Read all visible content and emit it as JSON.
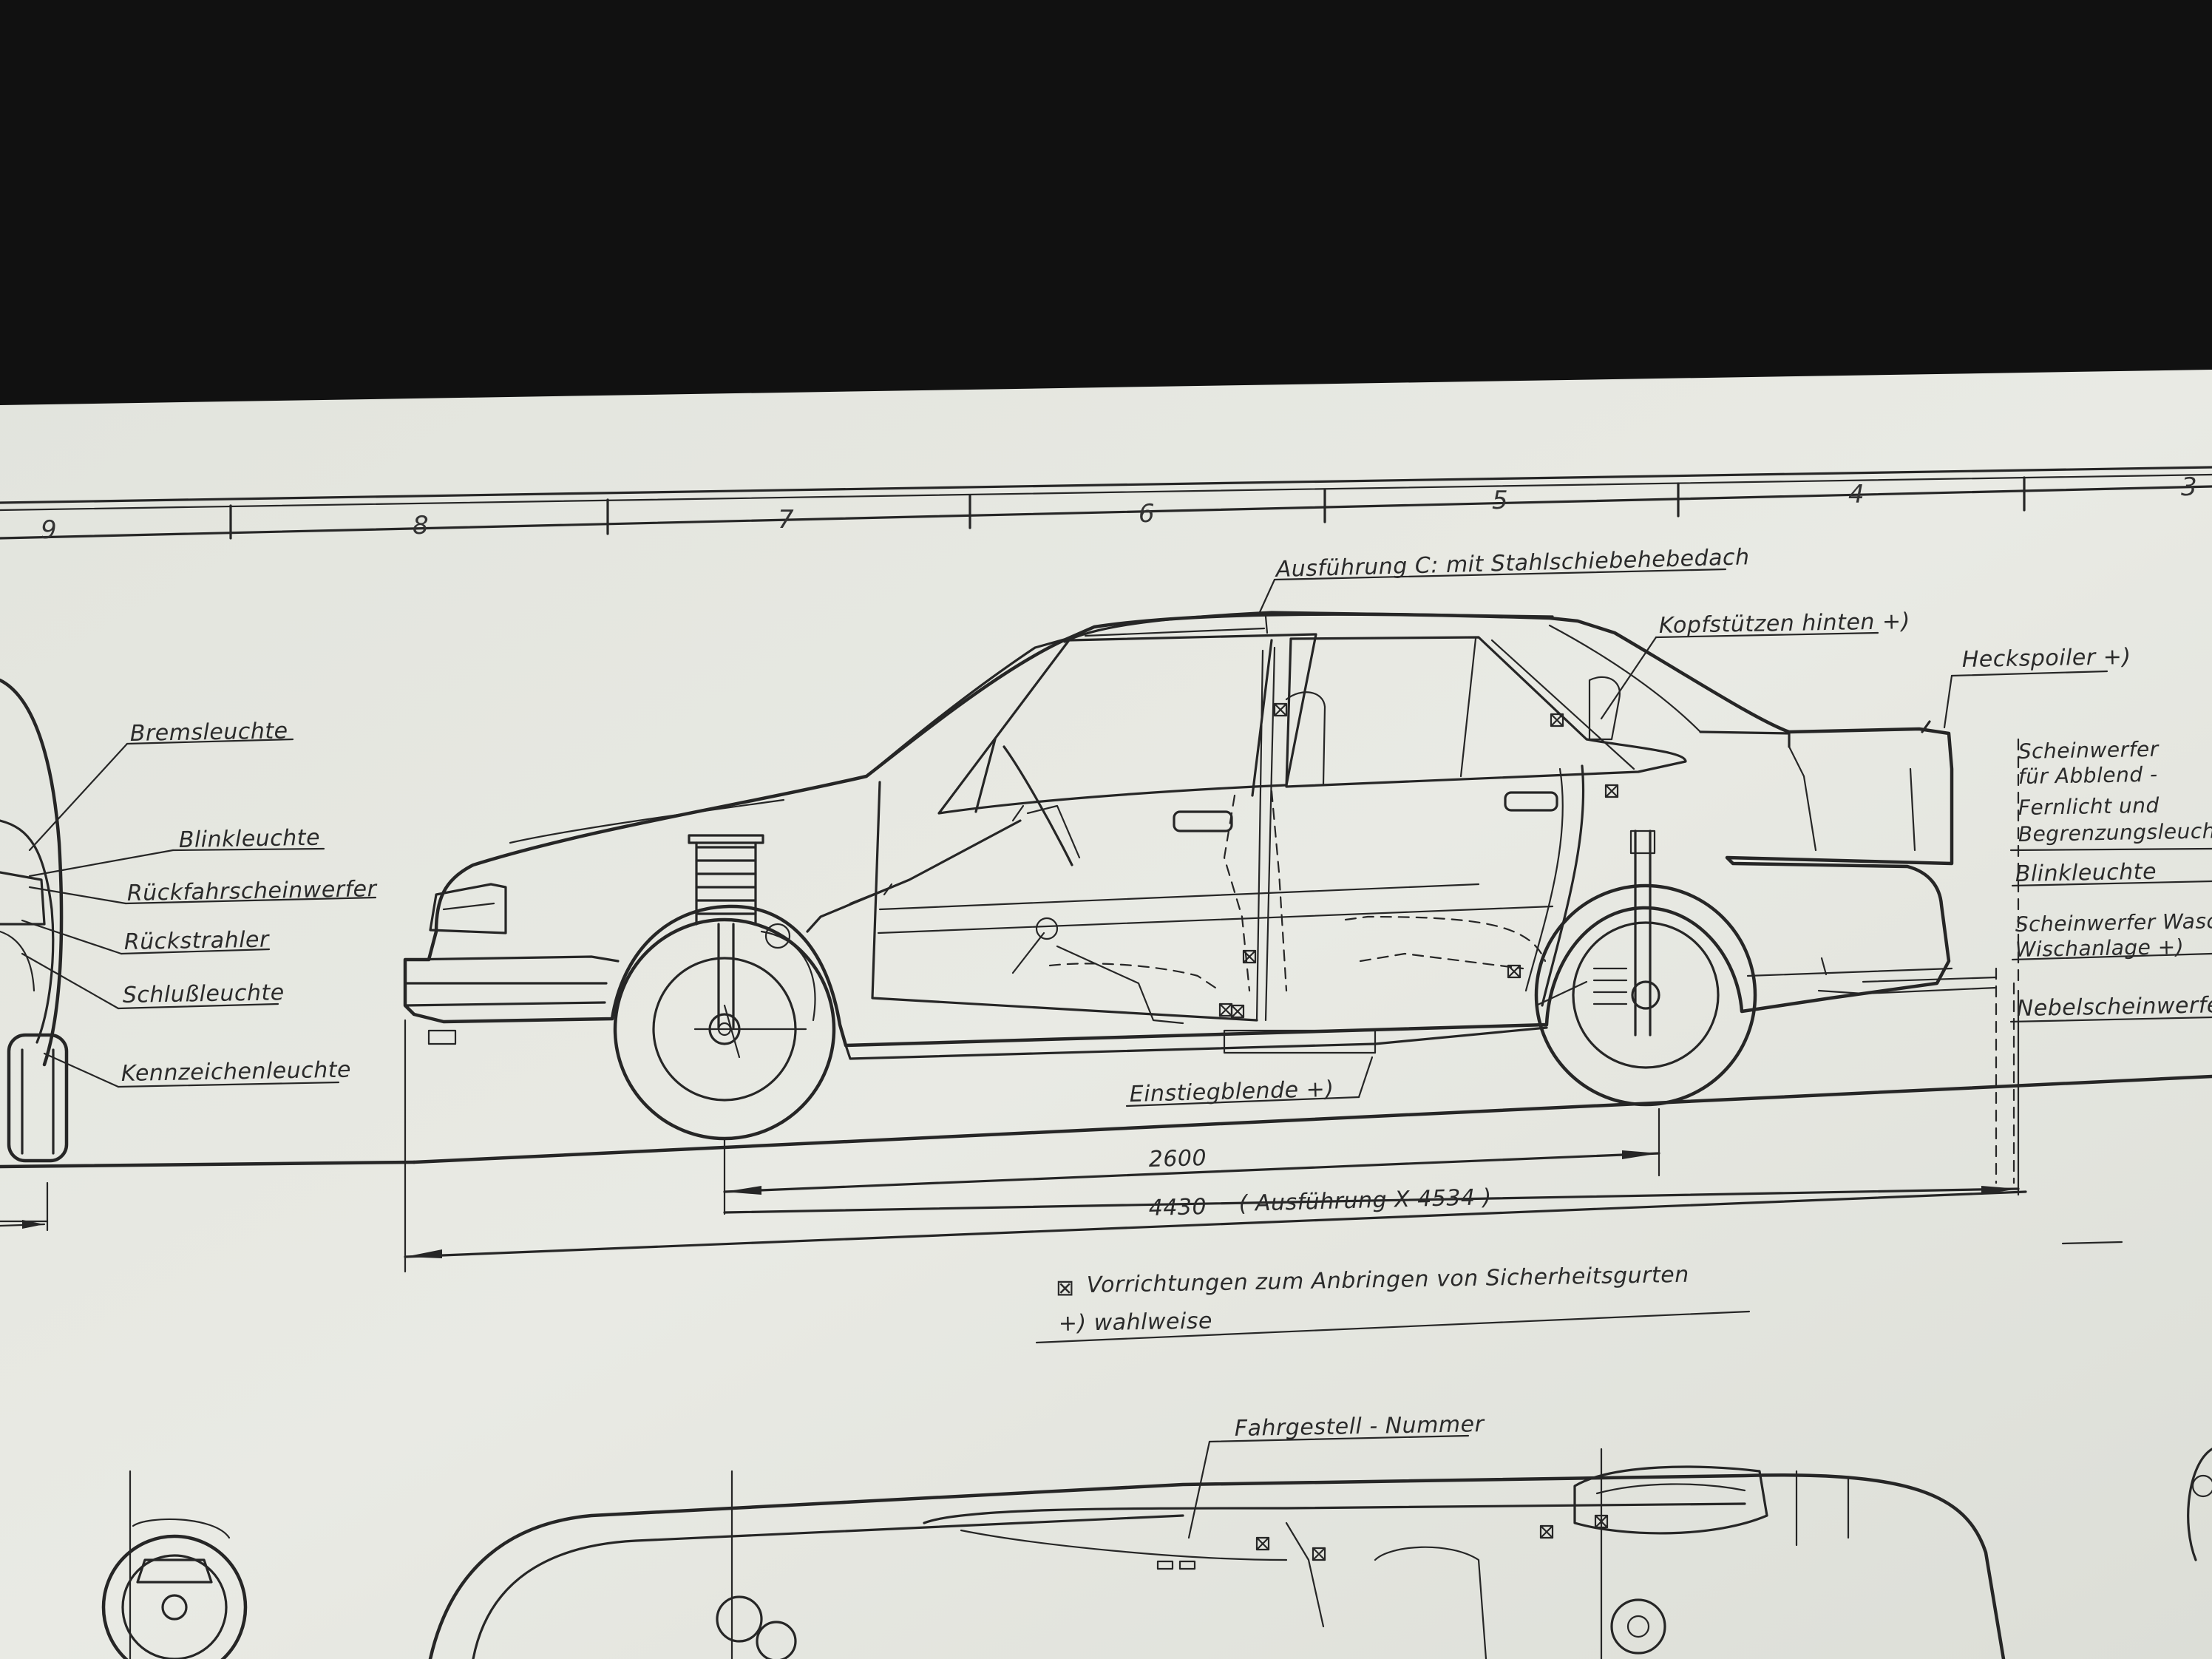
{
  "grid_numbers": [
    "9",
    "8",
    "7",
    "6",
    "5",
    "4",
    "3"
  ],
  "labels": {
    "ausfuehrung_c": "Ausführung C: mit Stahlschiebehebedach",
    "kopfstuetzen": "Kopfstützen hinten +)",
    "heckspoiler": "Heckspoiler +)",
    "scheinwerfer_abblend_1": "Scheinwerfer",
    "scheinwerfer_abblend_2": "für Abblend -",
    "scheinwerfer_abblend_3": "Fernlicht und",
    "scheinwerfer_abblend_4": "Begrenzungsleuchte",
    "blinkleuchte_front": "Blinkleuchte",
    "scheinwerfer_wasch_1": "Scheinwerfer Wasch",
    "scheinwerfer_wasch_2": "Wischanlage +)",
    "nebelscheinwerfer": "Nebelscheinwerfer",
    "bremsleuchte": "Bremsleuchte",
    "blinkleuchte_rear": "Blinkleuchte",
    "rueckfahrscheinwerfer": "Rückfahrscheinwerfer",
    "rueckstrahler": "Rückstrahler",
    "schlussleuchte": "Schlußleuchte",
    "kennzeichenleuchte": "Kennzeichenleuchte",
    "einstiegblende": "Einstiegblende +)",
    "fahrgestell": "Fahrgestell - Nummer"
  },
  "dimensions": {
    "wheelbase": "2600",
    "length": "4430",
    "length_variant": "( Ausführung X 4534 )"
  },
  "legend": {
    "belt_symbol": "⊠",
    "belt_text": "Vorrichtungen zum Anbringen von Sicherheitsgurten",
    "optional": "+) wahlweise"
  },
  "colors": {
    "background": "#111111",
    "paper": "#e7e8e2",
    "ink": "#262626"
  }
}
